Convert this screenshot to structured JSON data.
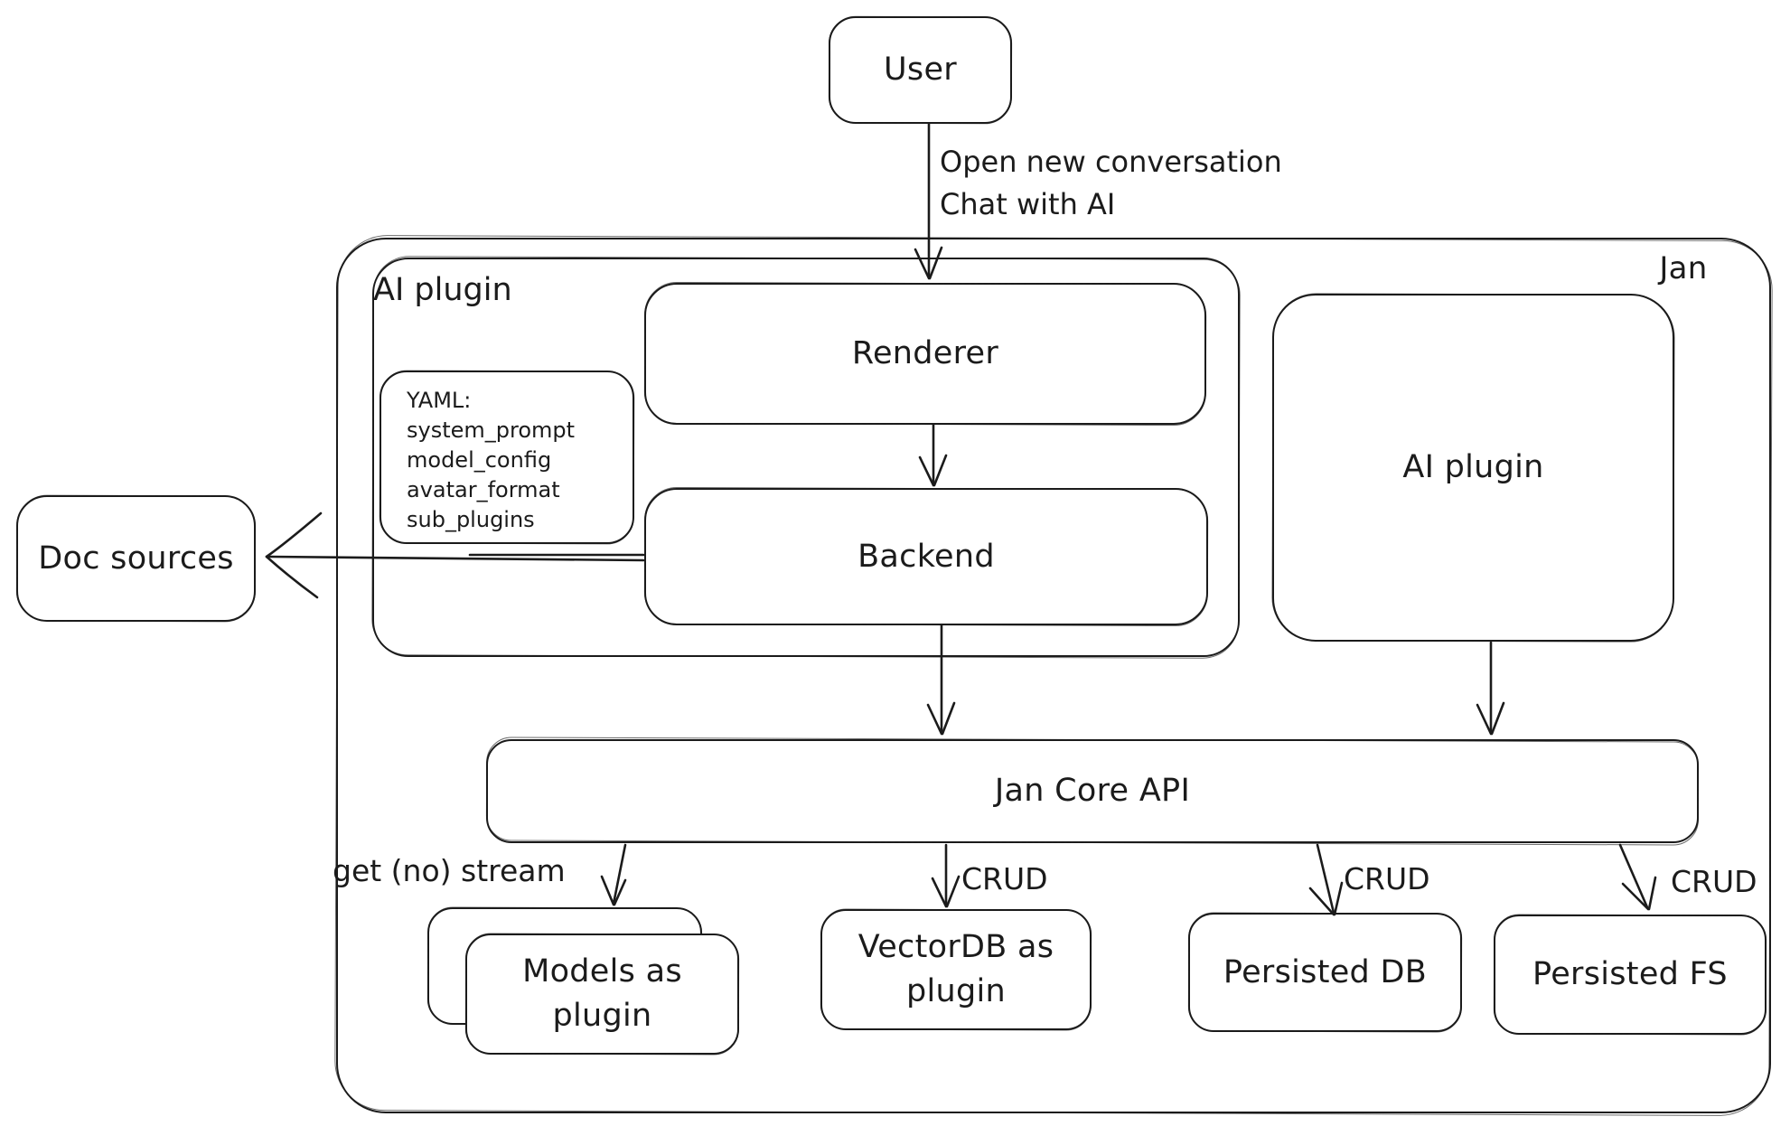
{
  "diagram": {
    "user": {
      "label": "User"
    },
    "jan": {
      "label": "Jan"
    },
    "ai_plugin_group": {
      "label": "AI plugin"
    },
    "renderer": {
      "label": "Renderer"
    },
    "yaml_note": {
      "lines": [
        "YAML:",
        "system_prompt",
        "model_config",
        "avatar_format",
        "sub_plugins"
      ]
    },
    "backend": {
      "label": "Backend"
    },
    "ai_plugin_box": {
      "label": "AI plugin"
    },
    "doc_sources": {
      "label": "Doc sources"
    },
    "jan_core_api": {
      "label": "Jan Core API"
    },
    "models_plugin": {
      "label": "Models as plugin"
    },
    "vectordb_plugin": {
      "label": "VectorDB as plugin"
    },
    "persisted_db": {
      "label": "Persisted DB"
    },
    "persisted_fs": {
      "label": "Persisted FS"
    },
    "edges": {
      "open_line1": "Open new conversation",
      "open_line2": "Chat with AI",
      "get_stream": "get (no) stream",
      "crud_vectordb": "CRUD",
      "crud_persisted_db": "CRUD",
      "crud_persisted_fs": "CRUD"
    },
    "colors": {
      "stroke": "#1b1b1b",
      "background": "#ffffff"
    }
  }
}
